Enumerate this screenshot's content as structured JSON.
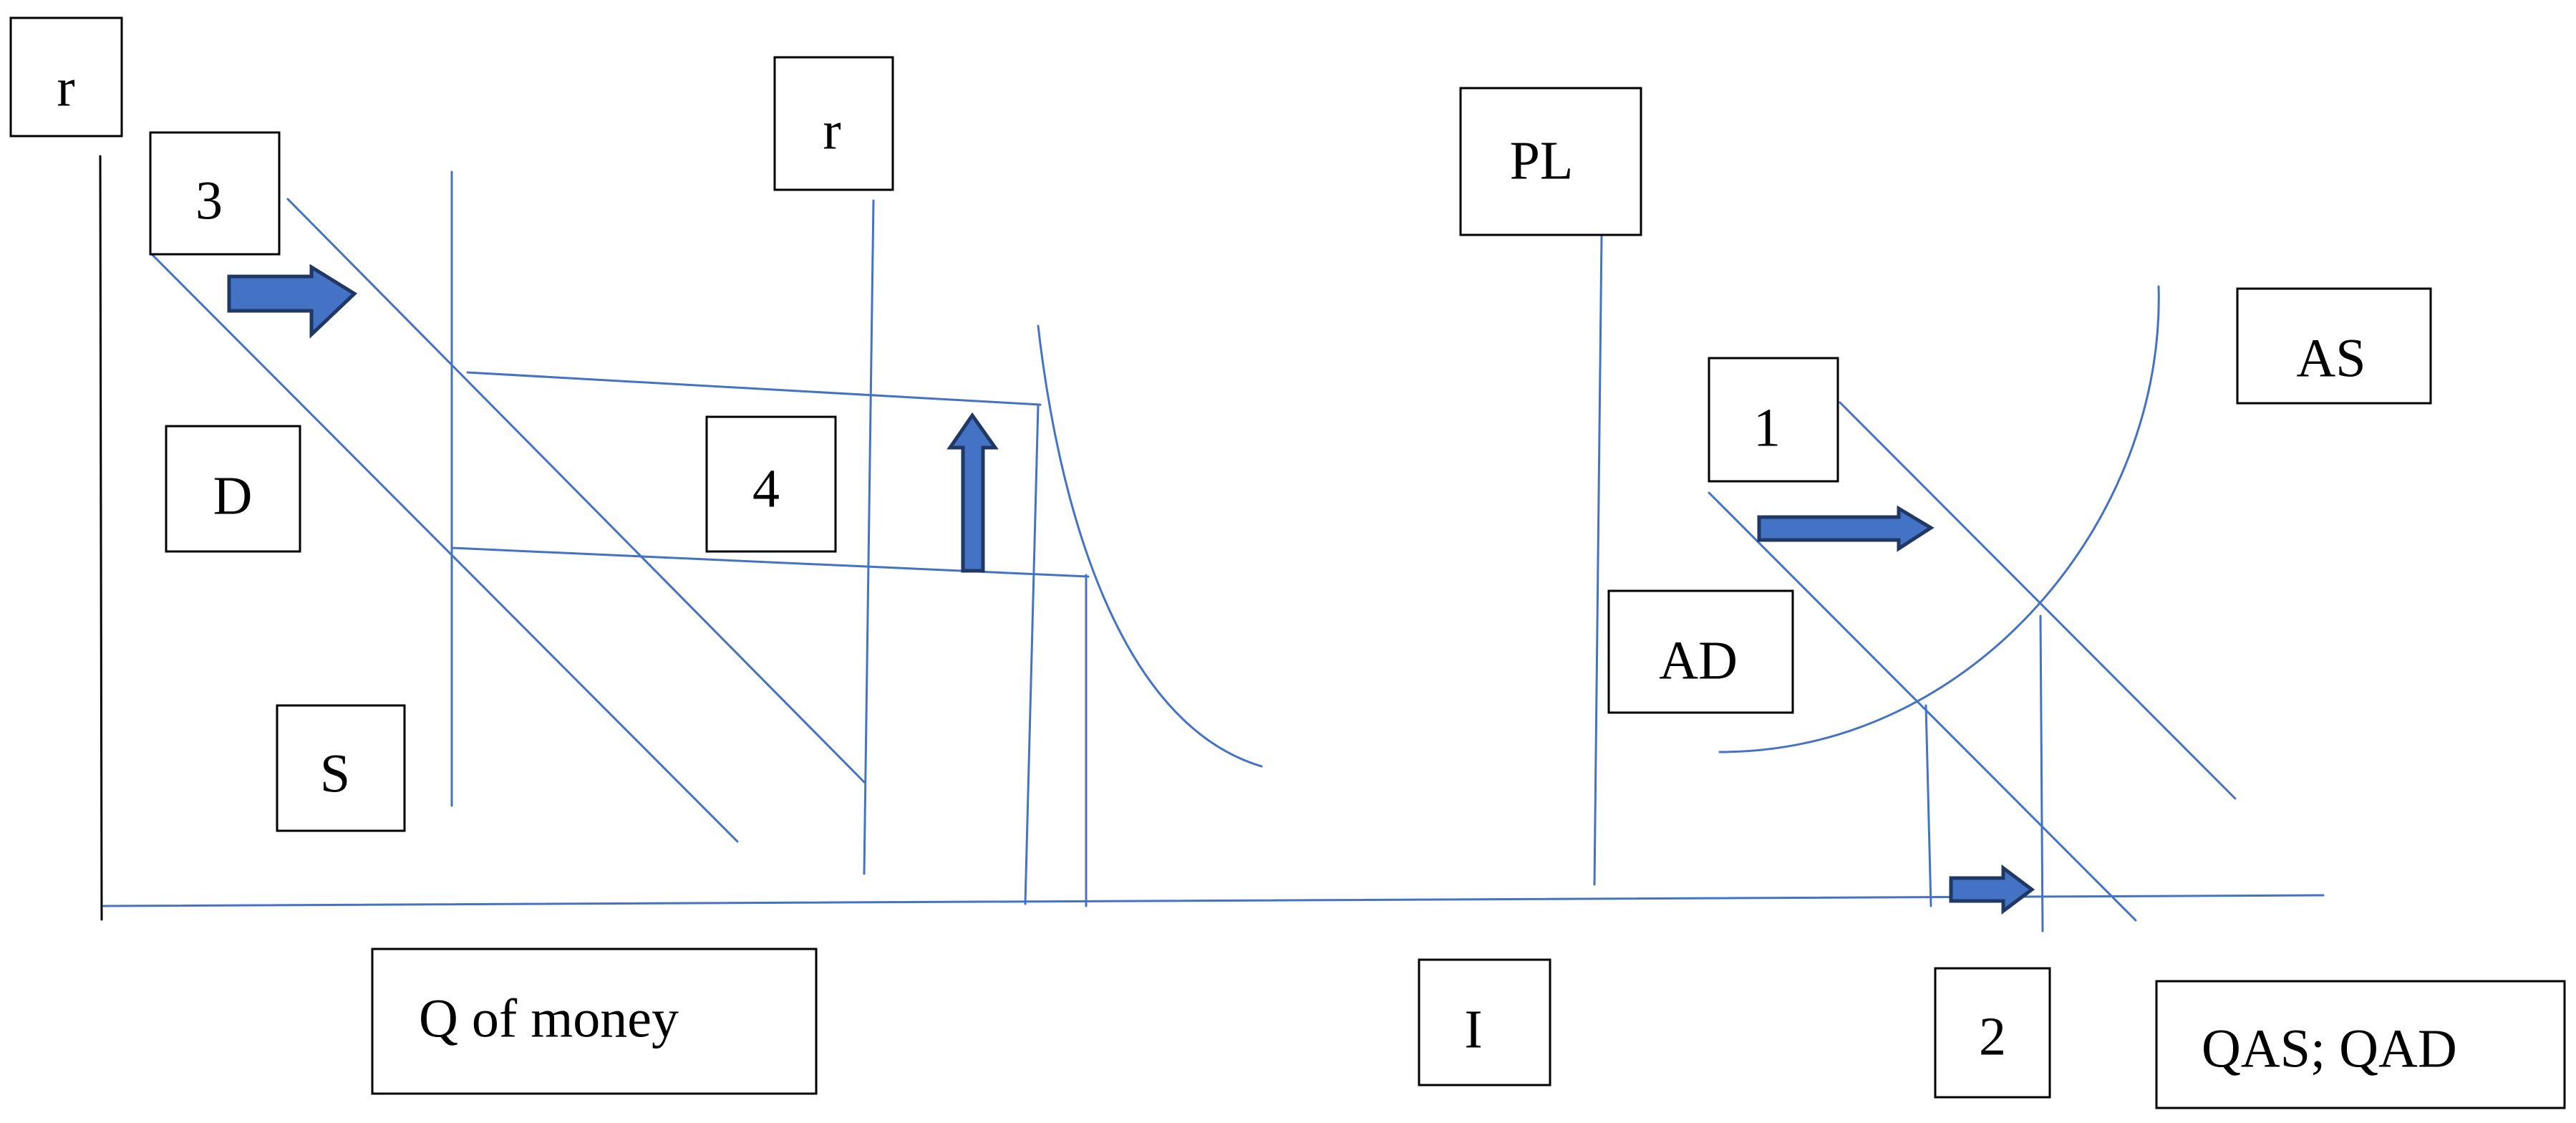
{
  "colors": {
    "line": "#4472c4",
    "axis": "#000000",
    "arrow_fill": "#4472c4",
    "arrow_outline": "#1f3864",
    "box_border": "#000000"
  },
  "labels": {
    "money_r": "r",
    "step_3": "3",
    "money_demand": "D",
    "money_supply": "S",
    "money_x": "Q of money",
    "invest_r": "r",
    "step_4": "4",
    "invest_x": "I",
    "price_level": "PL",
    "step_1": "1",
    "aggregate_demand": "AD",
    "aggregate_supply": "AS",
    "step_2": "2",
    "output_x": "QAS; QAD"
  }
}
